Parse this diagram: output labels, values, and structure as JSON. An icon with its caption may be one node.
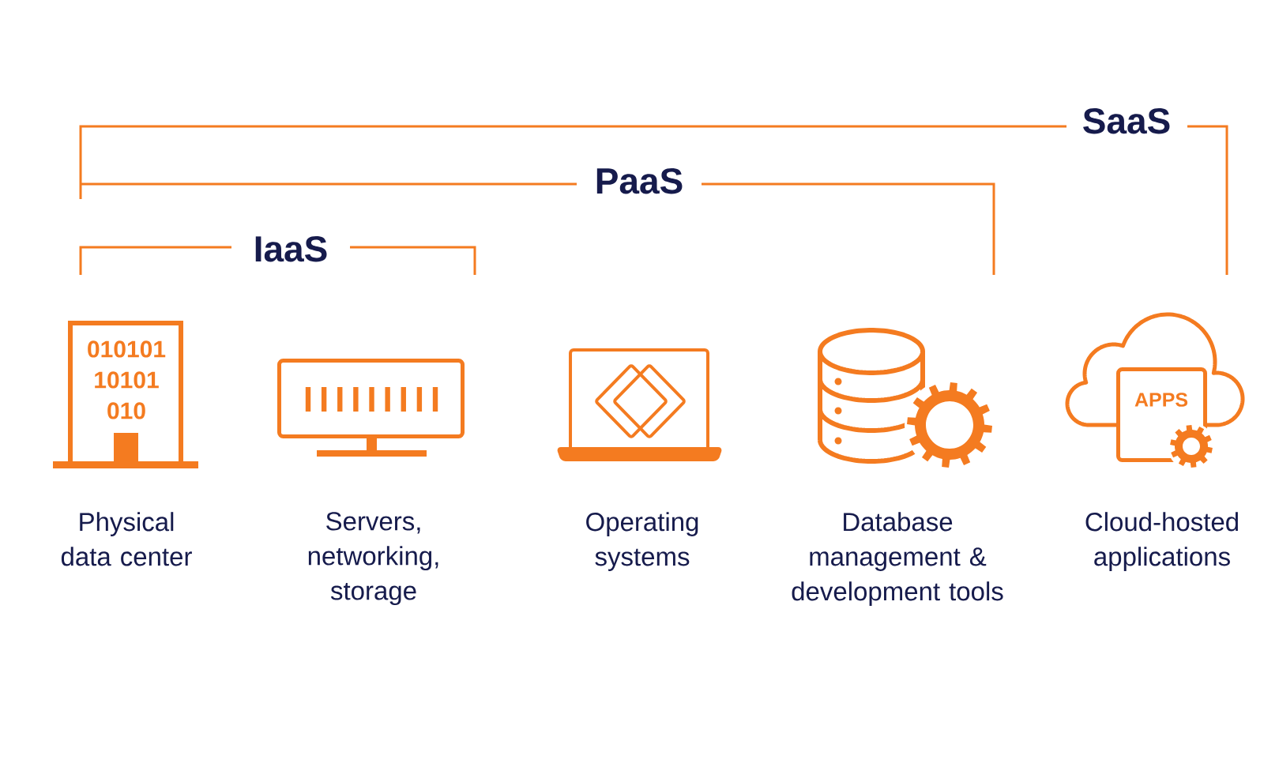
{
  "diagram": {
    "nodes": [
      {
        "text": [
          "010101 10101 010"
        ],
        "beside": [
          "Physical data center"
        ]
      },
      {
        "text": [],
        "shape": "picture",
        "beside": [
          "Servers, networking, storage"
        ]
      },
      {
        "text": [],
        "shape": "picture",
        "beside": [
          "Operating systems"
        ]
      },
      {
        "text": [],
        "shape": "picture",
        "beside": [
          "Database management & development tools"
        ]
      },
      {
        "text": [
          "APPS"
        ],
        "beside": [
          "Cloud-hosted applications"
        ]
      }
    ],
    "labels": [
      "SaaS",
      "PaaS",
      "IaaS"
    ]
  }
}
